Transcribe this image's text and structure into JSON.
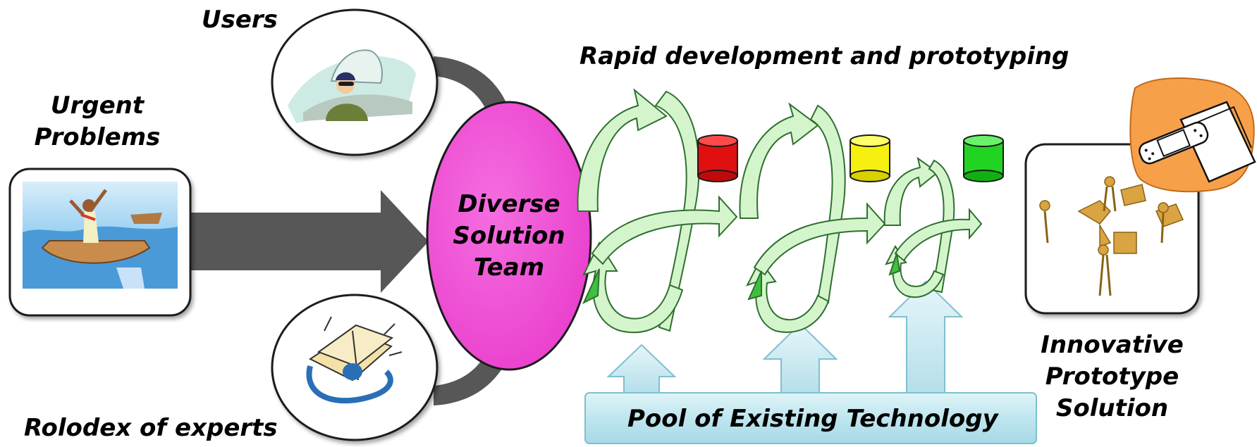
{
  "labels": {
    "users": "Users",
    "urgent_line1": "Urgent",
    "urgent_line2": "Problems",
    "rolodex": "Rolodex of experts",
    "rapid": "Rapid development and prototyping",
    "team_line1": "Diverse",
    "team_line2": "Solution",
    "team_line3": "Team",
    "pool": "Pool of Existing Technology",
    "innovative_line1": "Innovative",
    "innovative_line2": "Prototype",
    "innovative_line3": "Solution"
  },
  "colors": {
    "team_ellipse": "#f04bd6",
    "cycle_arrow": "#d4f5cc",
    "cycle_accent": "#3fbf3f",
    "pool": "#bfe6ef",
    "status_red": "#e01010",
    "status_yellow": "#f5f010",
    "status_green": "#22d422",
    "flow_arrow": "#575757",
    "note_orange": "#f7a04a"
  },
  "icons": {
    "users": "pilot-icon",
    "urgent": "sinking-boat-icon",
    "rolodex": "rolodex-icon",
    "solution": "puzzle-team-icon",
    "note": "notepad-icon"
  }
}
